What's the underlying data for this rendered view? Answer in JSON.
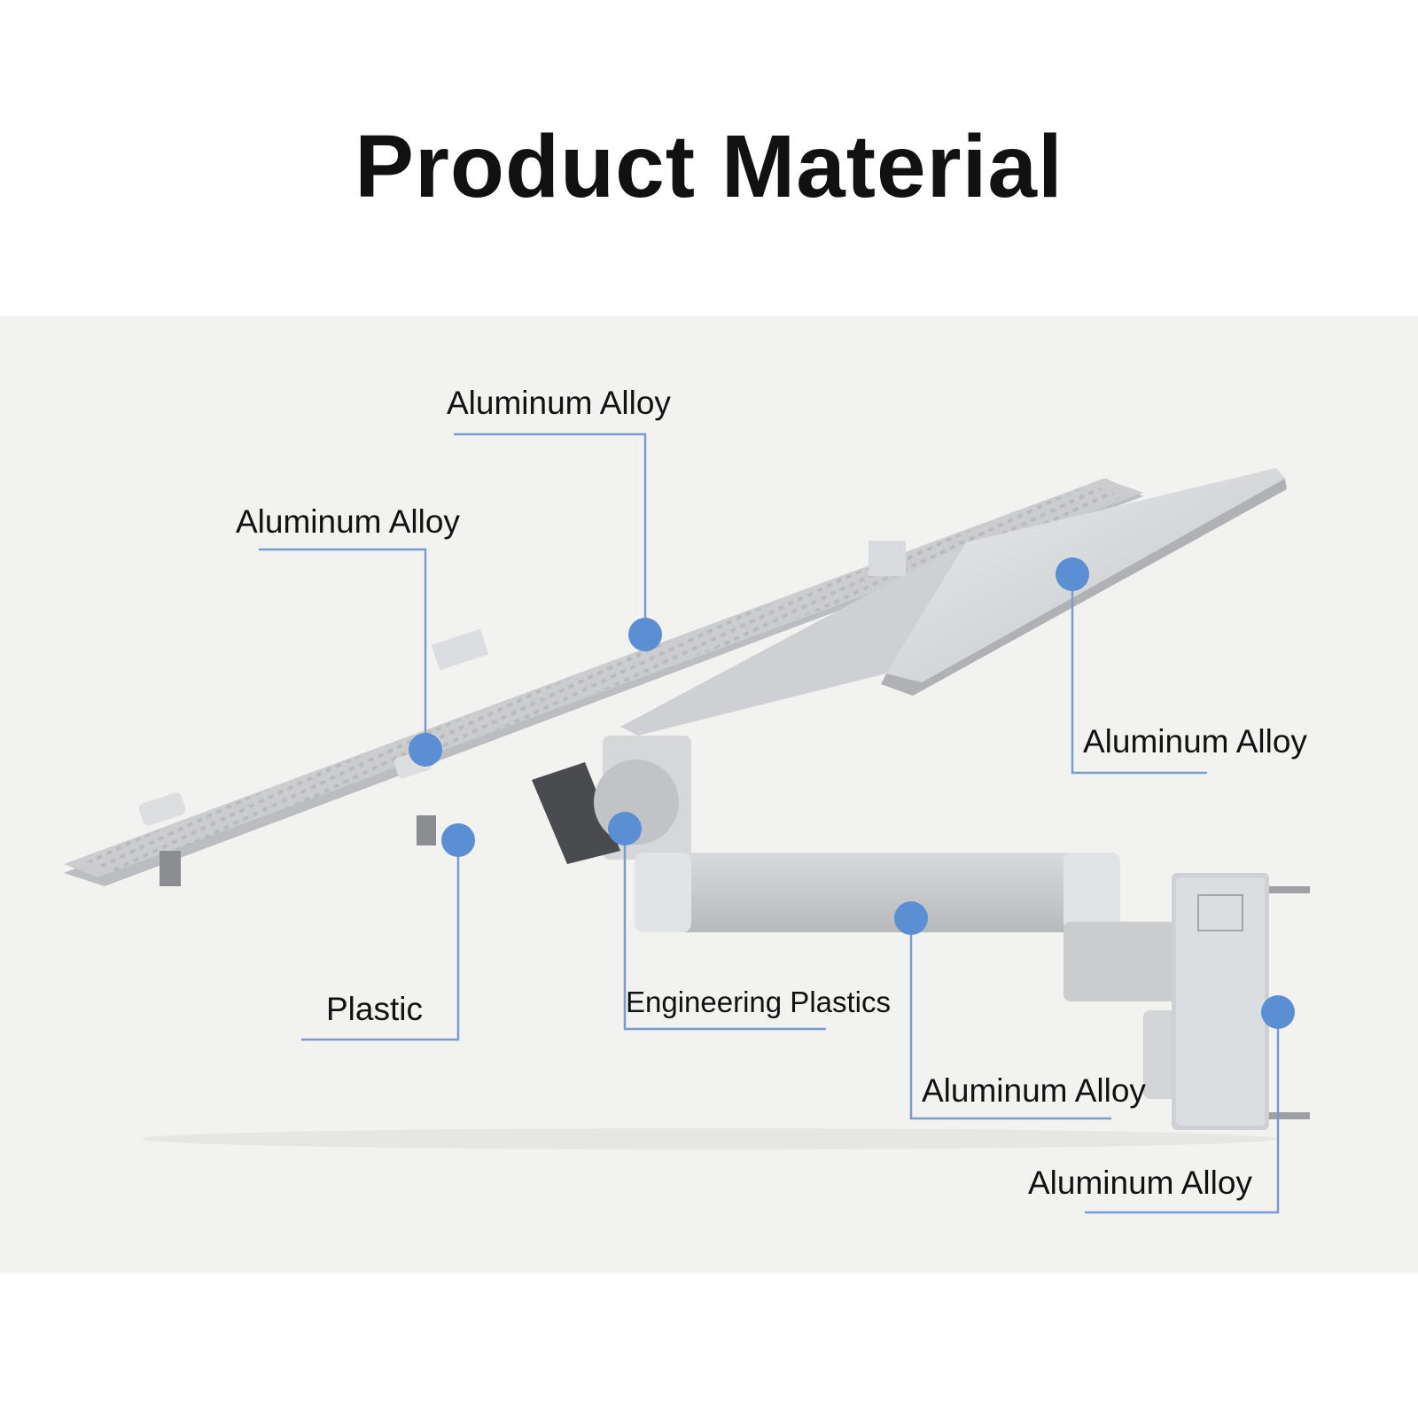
{
  "title": "Product Material",
  "callouts": [
    {
      "id": "tray-top",
      "label": "Aluminum Alloy"
    },
    {
      "id": "tray-left",
      "label": "Aluminum Alloy"
    },
    {
      "id": "side-plate",
      "label": "Aluminum Alloy"
    },
    {
      "id": "clamp",
      "label": "Plastic"
    },
    {
      "id": "joint",
      "label": "Engineering Plastics"
    },
    {
      "id": "arm",
      "label": "Aluminum Alloy"
    },
    {
      "id": "wall-plate",
      "label": "Aluminum Alloy"
    }
  ],
  "colors": {
    "marker": "#5b8fd4",
    "leader": "#7a9ccc",
    "metal": "#c9cacc",
    "background": "#f2f2f1"
  }
}
